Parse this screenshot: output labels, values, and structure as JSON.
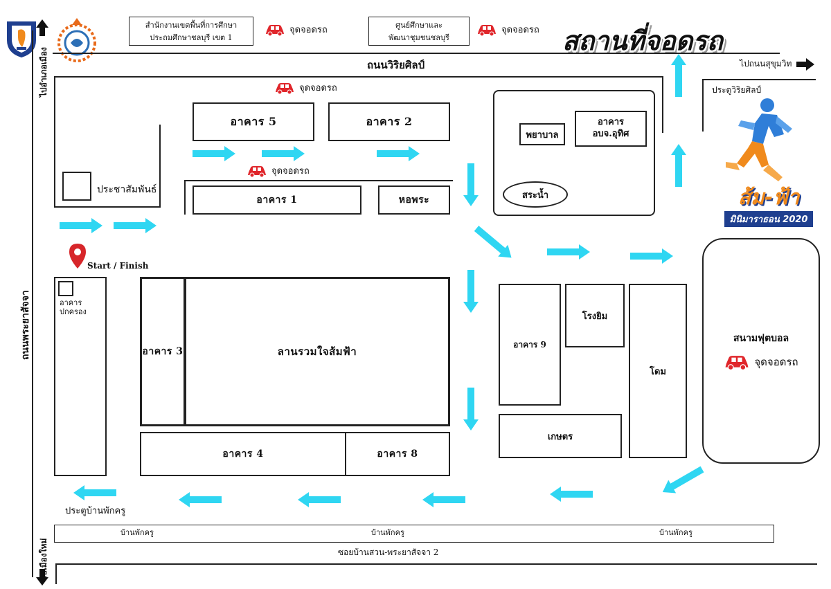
{
  "title": "สถานที่จอดรถ",
  "logo_text": "ส้ม-ฟ้า",
  "logo_subtext": "มินิมาราธอน 2020",
  "parking_label": "จุดจอดรถ",
  "offices": {
    "edu_office": "สำนักงานเขตพื้นที่การศึกษา\nประถมศึกษาชลบุรี เขต 1",
    "community_center": "ศูนย์ศึกษาและ\nพัฒนาชุมชนชลบุรี"
  },
  "roads": {
    "top_road": "ถนนวิริยศิลป์",
    "to_sukhumvit": "ไปถนนสุขุมวิท",
    "left_road": "ถนนพระยาสัจจา",
    "to_ampheur": "ไปอำเภอเมือง",
    "to_new_city": "ไปเมืองใหม่",
    "bottom_soi": "ซอยบ้านสวน-พระยาสัจจา 2",
    "staff_housing": "บ้านพักครู"
  },
  "gates": {
    "viriya_gate": "ประตูวิริยศิลป์",
    "staff_gate": "ประตูบ้านพักครู"
  },
  "buildings": {
    "b5": "อาคาร 5",
    "b2": "อาคาร 2",
    "b1": "อาคาร 1",
    "shrine": "หอพระ",
    "pr": "ประชาสัมพันธ์",
    "nurse": "พยาบาล",
    "b_obj": "อาคาร\nอบจ.อุทิศ",
    "pool": "สระน้ำ",
    "admin": "อาคาร\nปกครอง",
    "b3": "อาคาร 3",
    "plaza": "ลานรวมใจส้มฟ้า",
    "b4": "อาคาร 4",
    "b8": "อาคาร 8",
    "b9": "อาคาร 9",
    "gym": "โรงยิม",
    "dome": "โดม",
    "agri": "เกษตร",
    "stadium": "สนามฟุตบอล"
  },
  "start_finish": "Start / Finish",
  "colors": {
    "arrow": "#2fd6f2",
    "car": "#e0262b",
    "pin": "#d7262a",
    "logo_orange": "#f08a1c",
    "logo_blue": "#2f7ed8"
  },
  "icons": [
    "school-crest-icon",
    "seal-icon",
    "car-icon",
    "location-pin-icon",
    "runner-icon",
    "arrow-icon"
  ]
}
